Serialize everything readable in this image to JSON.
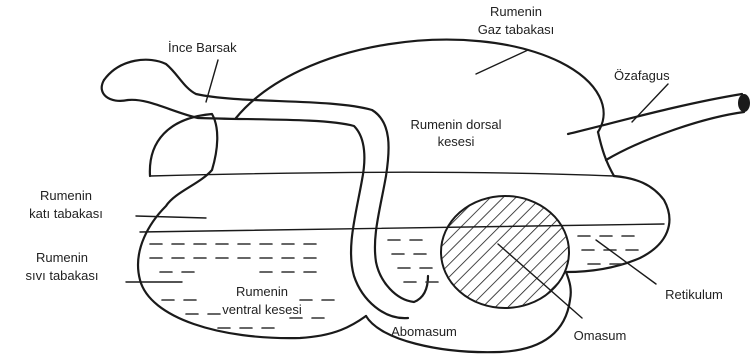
{
  "labels": {
    "ince_barsak": "İnce Barsak",
    "gaz_line1": "Rumenin",
    "gaz_line2": "Gaz tabakası",
    "ozafagus": "Özafagus",
    "dorsal_line1": "Rumenin dorsal",
    "dorsal_line2": "kesesi",
    "kati_line1": "Rumenin",
    "kati_line2": "katı tabakası",
    "sivi_line1": "Rumenin",
    "sivi_line2": "sıvı tabakası",
    "ventral_line1": "Rumenin",
    "ventral_line2": "ventral kesesi",
    "abomasum": "Abomasum",
    "omasum": "Omasum",
    "retikulum": "Retikulum"
  }
}
